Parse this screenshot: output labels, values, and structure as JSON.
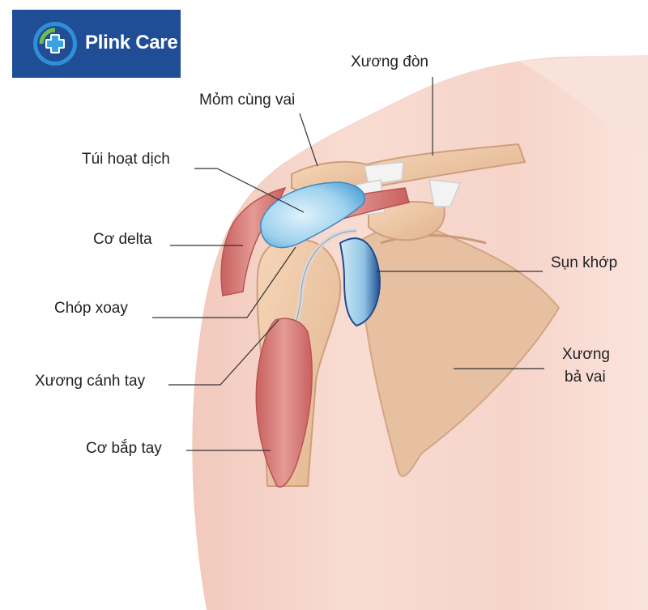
{
  "brand": {
    "name": "Plink Care",
    "colors": {
      "panel": "#1f4e97",
      "ring": "#3aa3e0",
      "cross": "#6cc04a"
    },
    "icon": "medical-cross-icon"
  },
  "labels": {
    "clavicle": "Xương đòn",
    "acromion": "Mỏm cùng vai",
    "bursa": "Túi hoạt dịch",
    "deltoid": "Cơ delta",
    "cartilage": "Sụn khớp",
    "rotator_cuff": "Chóp xoay",
    "scapula_line1": "Xương",
    "scapula_line2": "bả vai",
    "humerus": "Xương cánh tay",
    "biceps": "Cơ bắp tay"
  },
  "colors": {
    "skin": "#f6d3c8",
    "bone": "#efc7a4",
    "muscle": "#d9807d",
    "bursa": "#9fd2ee",
    "cartilage": "#2d5e9e",
    "ligament": "#f2f2f2",
    "leader": "#333333"
  }
}
